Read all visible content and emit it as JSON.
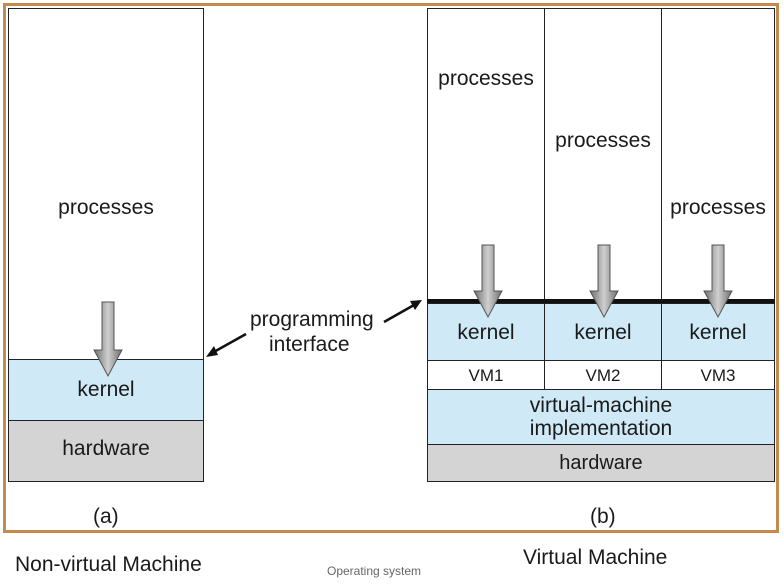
{
  "left": {
    "processes": "processes",
    "kernel": "kernel",
    "hardware": "hardware",
    "caption": "(a)"
  },
  "middle": {
    "interface_line1": "programming",
    "interface_line2": "interface"
  },
  "right": {
    "vms": [
      {
        "processes": "processes",
        "kernel": "kernel",
        "vm": "VM1"
      },
      {
        "processes": "processes",
        "kernel": "kernel",
        "vm": "VM2"
      },
      {
        "processes": "processes",
        "kernel": "kernel",
        "vm": "VM3"
      }
    ],
    "vm_impl_line1": "virtual-machine",
    "vm_impl_line2": "implementation",
    "hardware": "hardware",
    "caption": "(b)"
  },
  "bottom": {
    "left_title": "Non-virtual Machine",
    "footer": "Operating system",
    "right_title": "Virtual Machine"
  },
  "colors": {
    "frame": "#c58a4e",
    "kernel_fill": "#cfe9f6",
    "hardware_fill": "#d4d4d4"
  }
}
